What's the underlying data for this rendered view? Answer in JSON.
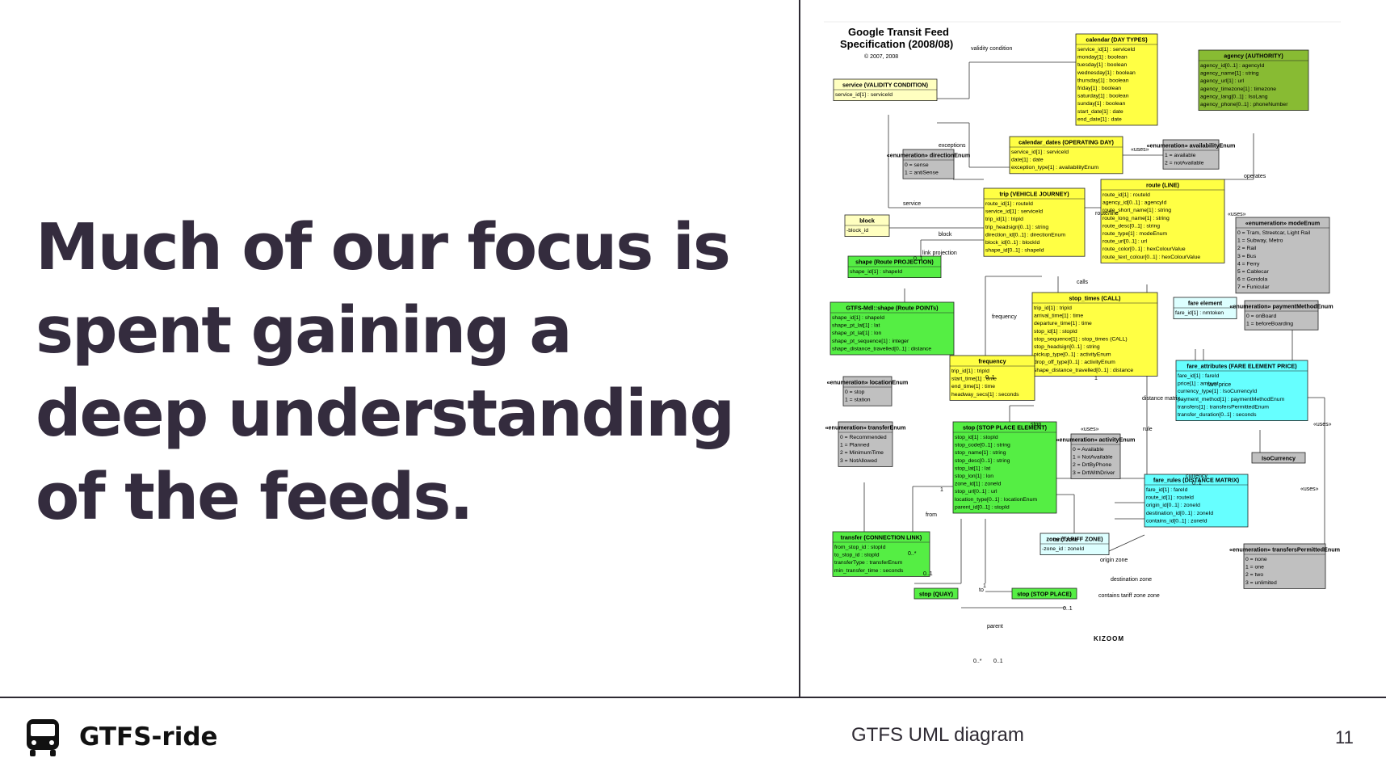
{
  "slide": {
    "heading": "Much of our focus is spent gaining a deep understanding of the feeds."
  },
  "footer": {
    "brand": "GTFS-ride",
    "caption": "GTFS UML diagram",
    "page_number": "11",
    "icon": "bus-icon"
  },
  "diagram": {
    "title_line1": "Google Transit Feed",
    "title_line2": "Specification  (2008/08)",
    "copyright": "©  2007, 2008",
    "logo_text": "KIZOOM",
    "colors": {
      "yellow": "#ffff44",
      "light_yellow": "#ffffc0",
      "green": "#55ee44",
      "olive": "#88bb33",
      "cyan": "#66ffff",
      "light_cyan": "#ddffff",
      "gray": "#c0c0c0"
    },
    "boxes": [
      {
        "title": "calendar (DAY TYPES)",
        "rows": [
          "service_id[1] : serviceId",
          "monday[1] : boolean",
          "tuesday[1] : boolean",
          "wednesday[1] : boolean",
          "thursday[1] : boolean",
          "friday[1] : boolean",
          "saturday[1] : boolean",
          "sunday[1] : boolean",
          "start_date[1] : date",
          "end_date[1] : date"
        ]
      },
      {
        "title": "agency (AUTHORITY)",
        "rows": [
          "agency_id[0..1] : agencyId",
          "agency_name[1] : string",
          "agency_url[1] : url",
          "agency_timezone[1] : timezone",
          "agency_lang[0..1] : IsoLang",
          "agency_phone[0..1] : phoneNumber"
        ]
      },
      {
        "title": "service (VALIDITY CONDITION)",
        "rows": [
          "service_id[1] : serviceId"
        ]
      },
      {
        "title": "calendar_dates (OPERATING DAY)",
        "rows": [
          "service_id[1] : serviceId",
          "date[1] : date",
          "exception_type[1] : availabilityEnum"
        ]
      },
      {
        "title": "«enumeration» availabilityEnum",
        "rows": [
          "1 = available",
          "2 = notAvailable"
        ]
      },
      {
        "title": "«enumeration» directionEnum",
        "rows": [
          "0 = sense",
          "1 = antiSense"
        ]
      },
      {
        "title": "trip (VEHICLE JOURNEY)",
        "rows": [
          "route_id[1] : routeId",
          "service_id[1] : serviceId",
          "trip_id[1] : tripId",
          "trip_headsign[0..1] : string",
          "direction_id[0..1] : directionEnum",
          "block_id[0..1] : blockId",
          "shape_id[0..1] : shapeId"
        ]
      },
      {
        "title": "route (LINE)",
        "rows": [
          "route_id[1] : routeId",
          "agency_id[0..1] : agencyId",
          "route_short_name[1] : string",
          "route_long_name[1] : string",
          "route_desc[0..1] : string",
          "route_type[1] : modeEnum",
          "route_url[0..1] : url",
          "route_color[0..1] : hexColourValue",
          "route_text_colour[0..1] : hexColourValue"
        ]
      },
      {
        "title": "«enumeration» modeEnum",
        "rows": [
          "0 = Tram, Streetcar, Light Rail",
          "1 = Subway, Metro",
          "2 = Rail",
          "3 = Bus",
          "4 = Ferry",
          "5 = Cablecar",
          "6 = Gondola",
          "7 = Funicular"
        ]
      },
      {
        "title": "block",
        "rows": [
          "-block_id"
        ]
      },
      {
        "title": "shape (Route PROJECTION)",
        "rows": [
          "shape_id[1] : shapeId"
        ]
      },
      {
        "title": "GTFS-Mdl::shape (Route POINTs)",
        "rows": [
          "shape_id[1] : shapeId",
          "shape_pt_lat[1] : lat",
          "shape_pt_lat[1] : lon",
          "shape_pt_sequence[1] : integer",
          "shape_distance_travelled[0..1] : distance"
        ]
      },
      {
        "title": "stop_times (CALL)",
        "rows": [
          "trip_id[1] : tripId",
          "arrival_time[1] : time",
          "departure_time[1] : time",
          "stop_id[1] : stopId",
          "stop_sequence[1] : stop_times (CALL)",
          "stop_headsign[0..1] : string",
          "pickup_type[0..1] : activityEnum",
          "drop_off_type[0..1] : activityEnum",
          "shape_distance_travelled[0..1] : distance"
        ]
      },
      {
        "title": "fare element",
        "rows": [
          "fare_id[1] : nmtoken"
        ]
      },
      {
        "title": "«enumeration» paymentMethodEnum",
        "rows": [
          "0 = onBoard",
          "1 = beforeBoarding"
        ]
      },
      {
        "title": "frequency",
        "rows": [
          "trip_id[1] : tripId",
          "start_time[1] : time",
          "end_time[1] : time",
          "headway_secs[1] : seconds"
        ]
      },
      {
        "title": "«enumeration» locationEnum",
        "rows": [
          "0 = stop",
          "1 = station"
        ]
      },
      {
        "title": "fare_attributes (FARE ELEMENT PRICE)",
        "rows": [
          "fare_id[1] : fareId",
          "price[1] : amount",
          "currency_type[1] : IsoCurrencyId",
          "payment_method[1] : paymentMethodEnum",
          "transfers[1] : transfersPermittedEnum",
          "transfer_duration[0..1] : seconds"
        ]
      },
      {
        "title": "«enumeration» transferEnum",
        "rows": [
          "0 = Recommended",
          "1 = Planned",
          "2 = MinimumTime",
          "3 = NotAllowed"
        ]
      },
      {
        "title": "stop (STOP PLACE ELEMENT)",
        "rows": [
          "stop_id[1] : stopId",
          "stop_code[0..1] : string",
          "stop_name[1] : string",
          "stop_desc[0..1] : string",
          "stop_lat[1] : lat",
          "stop_lon[1] : lon",
          "zone_id[1] : zoneId",
          "stop_url[0..1] : url",
          "location_type[0..1] : locationEnum",
          "parent_id[0..1] : stopId"
        ]
      },
      {
        "title": "«enumeration» activityEnum",
        "rows": [
          "0 = Available",
          "1 = NotAvailable",
          "2 = DrtByPhone",
          "3 = DrtWithDriver"
        ]
      },
      {
        "title": "IsoCurrency",
        "rows": []
      },
      {
        "title": "fare_rules (DISTANCE MATRIX)",
        "rows": [
          "fare_id[1] : fareId",
          "route_id[1] : routeId",
          "origin_id[0..1] : zoneId",
          "destination_id[0..1] : zoneId",
          "contains_id[0..1] : zoneId"
        ]
      },
      {
        "title": "transfer (CONNECTION LINK)",
        "rows": [
          "from_stop_id : stopId",
          "to_stop_id : stopId",
          "transferType : transferEnum",
          "min_transfer_time : seconds"
        ]
      },
      {
        "title": "zone (TARIFF ZONE)",
        "rows": [
          "-zone_id : zoneId"
        ]
      },
      {
        "title": "«enumeration» transfersPermittedEnum",
        "rows": [
          "0 = none",
          "1 = one",
          "2 = two",
          "3 = unlimited"
        ]
      },
      {
        "title": "stop (QUAY)",
        "rows": []
      },
      {
        "title": "stop (STOP PLACE)",
        "rows": []
      }
    ],
    "labels": [
      "validity condition",
      "exceptions",
      "«uses»",
      "operates",
      "service",
      "route/line",
      "«uses»",
      "block",
      "link projection",
      "0..1",
      "calls",
      "frequency",
      "0..1",
      "1",
      "distance matrix",
      "fare price",
      "rule",
      "«uses»",
      "stop",
      "«uses»",
      "currency",
      "0..1",
      "«uses»",
      "from",
      "tariff zone",
      "origin zone",
      "destination zone",
      "contains tariff zone zone",
      "to",
      "parent",
      "0..*",
      "0..1",
      "1",
      "1",
      "0..*",
      "0..1",
      "0..1"
    ]
  }
}
